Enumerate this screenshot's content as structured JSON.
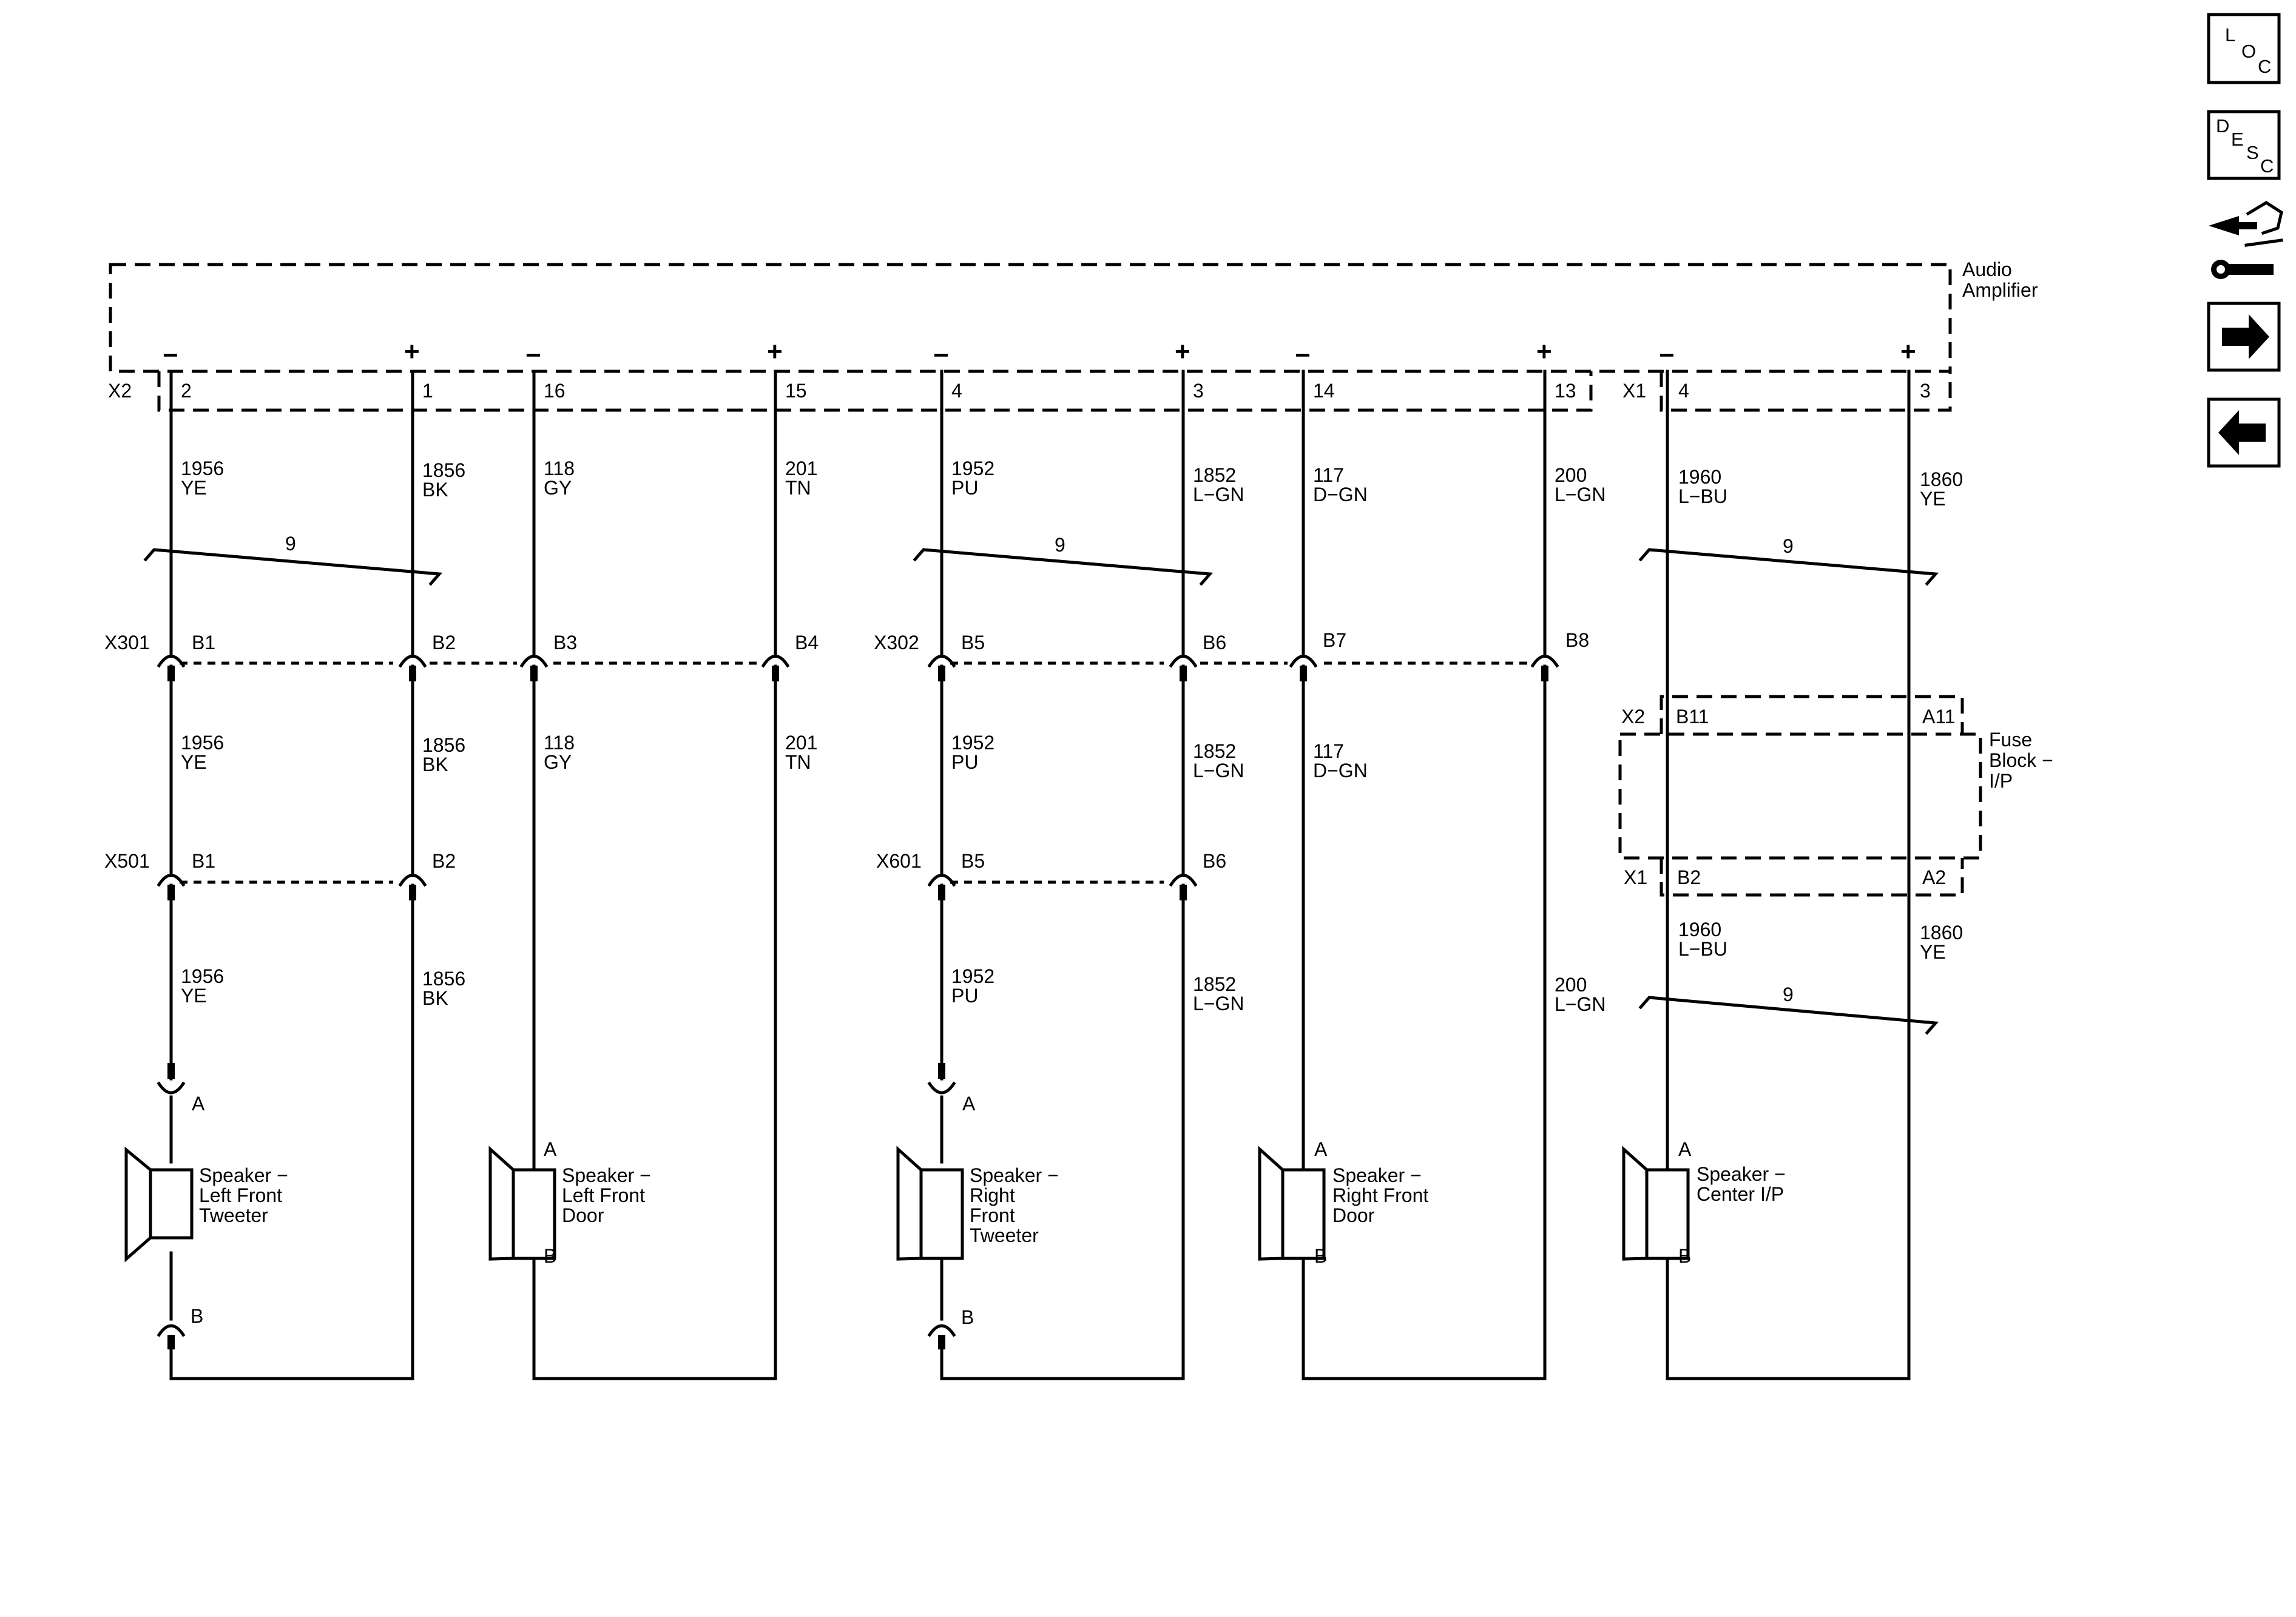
{
  "nav": {
    "loc": [
      "L",
      "O",
      "C"
    ],
    "desc": [
      "D",
      "E",
      "S",
      "C"
    ]
  },
  "amplifier": {
    "label": [
      "Audio",
      "Amplifier"
    ],
    "connector_x2": "X2",
    "connector_x1": "X1"
  },
  "circuits": {
    "c1": {
      "sign": "−",
      "pin": "2",
      "seg1": [
        "1956",
        "YE"
      ],
      "seg2": [
        "1956",
        "YE"
      ],
      "seg3": [
        "1956",
        "YE"
      ],
      "pin_x301": "B1",
      "pin_x501": "B1"
    },
    "c2": {
      "sign": "+",
      "pin": "1",
      "seg1": [
        "1856",
        "BK"
      ],
      "seg2": [
        "1856",
        "BK"
      ],
      "seg3": [
        "1856",
        "BK"
      ],
      "pin_x301": "B2",
      "pin_x501": "B2"
    },
    "c3": {
      "sign": "−",
      "pin": "16",
      "seg1": [
        "118",
        "GY"
      ],
      "seg2": [
        "118",
        "GY"
      ],
      "pin_x301": "B3"
    },
    "c4": {
      "sign": "+",
      "pin": "15",
      "seg1": [
        "201",
        "TN"
      ],
      "seg2": [
        "201",
        "TN"
      ],
      "pin_x301": "B4"
    },
    "c5": {
      "sign": "−",
      "pin": "4",
      "seg1": [
        "1952",
        "PU"
      ],
      "seg2": [
        "1952",
        "PU"
      ],
      "seg3": [
        "1952",
        "PU"
      ],
      "pin_x302": "B5",
      "pin_x601": "B5"
    },
    "c6": {
      "sign": "+",
      "pin": "3",
      "seg1": [
        "1852",
        "L−GN"
      ],
      "seg2": [
        "1852",
        "L−GN"
      ],
      "seg3": [
        "1852",
        "L−GN"
      ],
      "pin_x302": "B6",
      "pin_x601": "B6"
    },
    "c7": {
      "sign": "−",
      "pin": "14",
      "seg1": [
        "117",
        "D−GN"
      ],
      "seg2": [
        "117",
        "D−GN"
      ],
      "pin_x302": "B7"
    },
    "c8": {
      "sign": "+",
      "pin": "13",
      "seg1": [
        "200",
        "L−GN"
      ],
      "seg2": [
        "200",
        "L−GN"
      ],
      "pin_x302": "B8"
    },
    "c9": {
      "sign": "−",
      "pin": "4",
      "seg1": [
        "1960",
        "L−BU"
      ],
      "seg2": [
        "1960",
        "L−BU"
      ],
      "fuse_top": "B11",
      "fuse_bottom": "B2"
    },
    "c10": {
      "sign": "+",
      "pin": "3",
      "seg1": [
        "1860",
        "YE"
      ],
      "seg2": [
        "1860",
        "YE"
      ],
      "fuse_top": "A11",
      "fuse_bottom": "A2"
    }
  },
  "twists": {
    "t1": "9",
    "t2": "9",
    "t3": "9",
    "t4": "9"
  },
  "inline_connectors": {
    "x301": "X301",
    "x302": "X302",
    "x501": "X501",
    "x601": "X601"
  },
  "fuse_block": {
    "label": [
      "Fuse",
      "Block −",
      "I/P"
    ],
    "connector_top": "X2",
    "connector_bottom": "X1"
  },
  "speakers": {
    "left_tweeter": {
      "label": [
        "Speaker −",
        "Left Front",
        "Tweeter"
      ],
      "pin_a": "A",
      "pin_b": "B"
    },
    "left_door": {
      "label": [
        "Speaker −",
        "Left Front",
        "Door"
      ],
      "pin_a": "A",
      "pin_b": "B"
    },
    "right_tweeter": {
      "label": [
        "Speaker −",
        "Right",
        "Front",
        "Tweeter"
      ],
      "pin_a": "A",
      "pin_b": "B"
    },
    "right_door": {
      "label": [
        "Speaker −",
        "Right Front",
        "Door"
      ],
      "pin_a": "A",
      "pin_b": "B"
    },
    "center": {
      "label": [
        "Speaker −",
        "Center I/P"
      ],
      "pin_a": "A",
      "pin_b": "B"
    }
  }
}
